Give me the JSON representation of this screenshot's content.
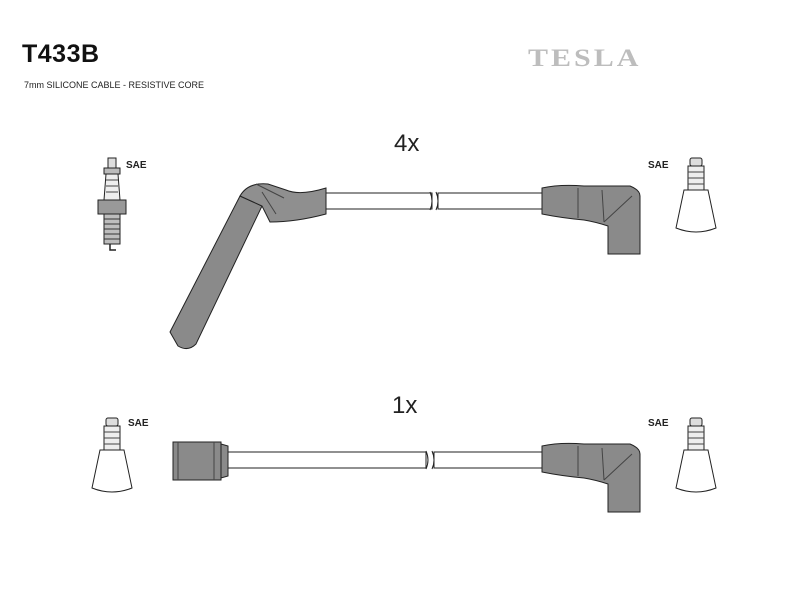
{
  "header": {
    "part_code": "T433B",
    "subtitle": "7mm SILICONE CABLE - RESISTIVE CORE",
    "brand": "TESLA"
  },
  "cable_sets": [
    {
      "quantity": "4x"
    },
    {
      "quantity": "1x"
    }
  ],
  "terminal_labels": {
    "spark_plug_left": "SAE",
    "top_right": "SAE",
    "bottom_left": "SAE",
    "bottom_right": "SAE"
  },
  "colors": {
    "boot_fill": "#8a8a8a",
    "boot_stroke": "#222222",
    "cable_fill": "#ffffff",
    "brand": "#bdbdbd"
  }
}
